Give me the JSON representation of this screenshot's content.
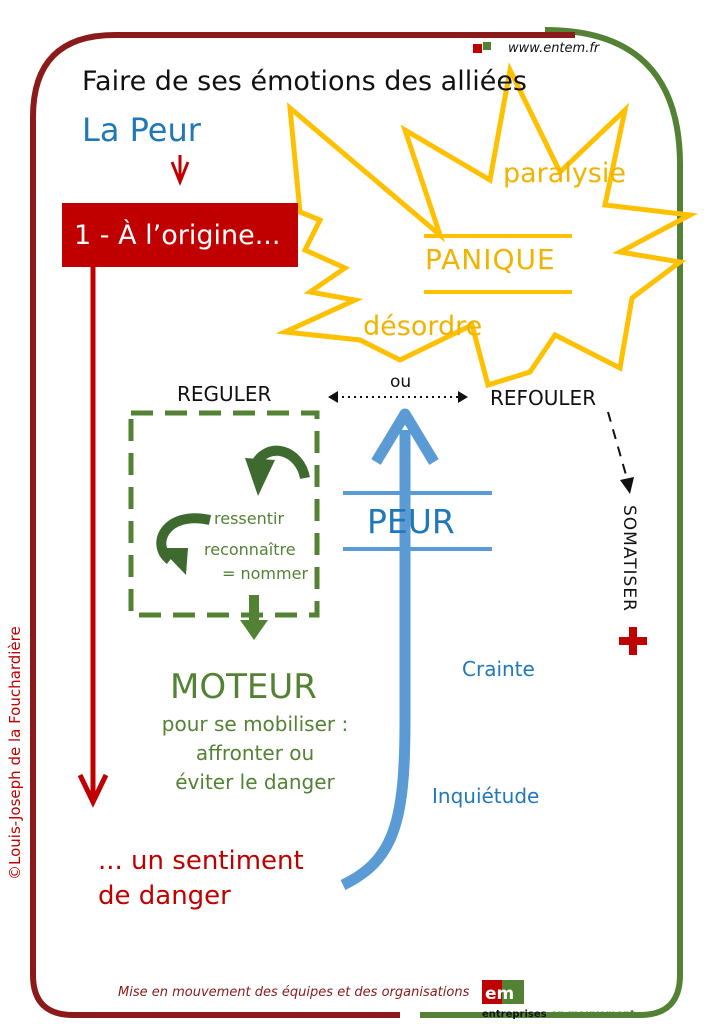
{
  "header": {
    "website": "www.entem.fr",
    "title": "Faire de ses émotions des alliées",
    "subtitle": "La Peur"
  },
  "origin": {
    "box_label": "1 - À l’origine...",
    "end_text_line1": "... un sentiment",
    "end_text_line2": "de danger"
  },
  "panic_burst": {
    "top_label": "paralysie",
    "center_label": "PANIQUE",
    "bottom_label": "désordre"
  },
  "choice": {
    "left": "REGULER",
    "connector": "ou",
    "right": "REFOULER"
  },
  "regulation_box": {
    "step1": "ressentir",
    "step2": "reconnaître",
    "step3": "= nommer"
  },
  "center": {
    "label": "PEUR",
    "lower_label": "Crainte",
    "lowest_label": "Inquiétude"
  },
  "somatisation": {
    "label": "SOMATISER",
    "symbol": "+"
  },
  "moteur": {
    "title": "MOTEUR",
    "line1": "pour se mobiliser :",
    "line2": "affronter ou",
    "line3": "éviter le danger"
  },
  "footer": {
    "copyright": "©Louis-Joseph de la Fouchardière",
    "tagline": "Mise en mouvement des équipes et des organisations",
    "brand_prefix": "entreprises",
    "brand_suffix": "en mouvement",
    "logo_letters": "em"
  },
  "colors": {
    "red": "#c00000",
    "green": "#548235",
    "blue": "#2178b8",
    "arrow_blue": "#5b9bd5",
    "yellow": "#ffc000"
  }
}
